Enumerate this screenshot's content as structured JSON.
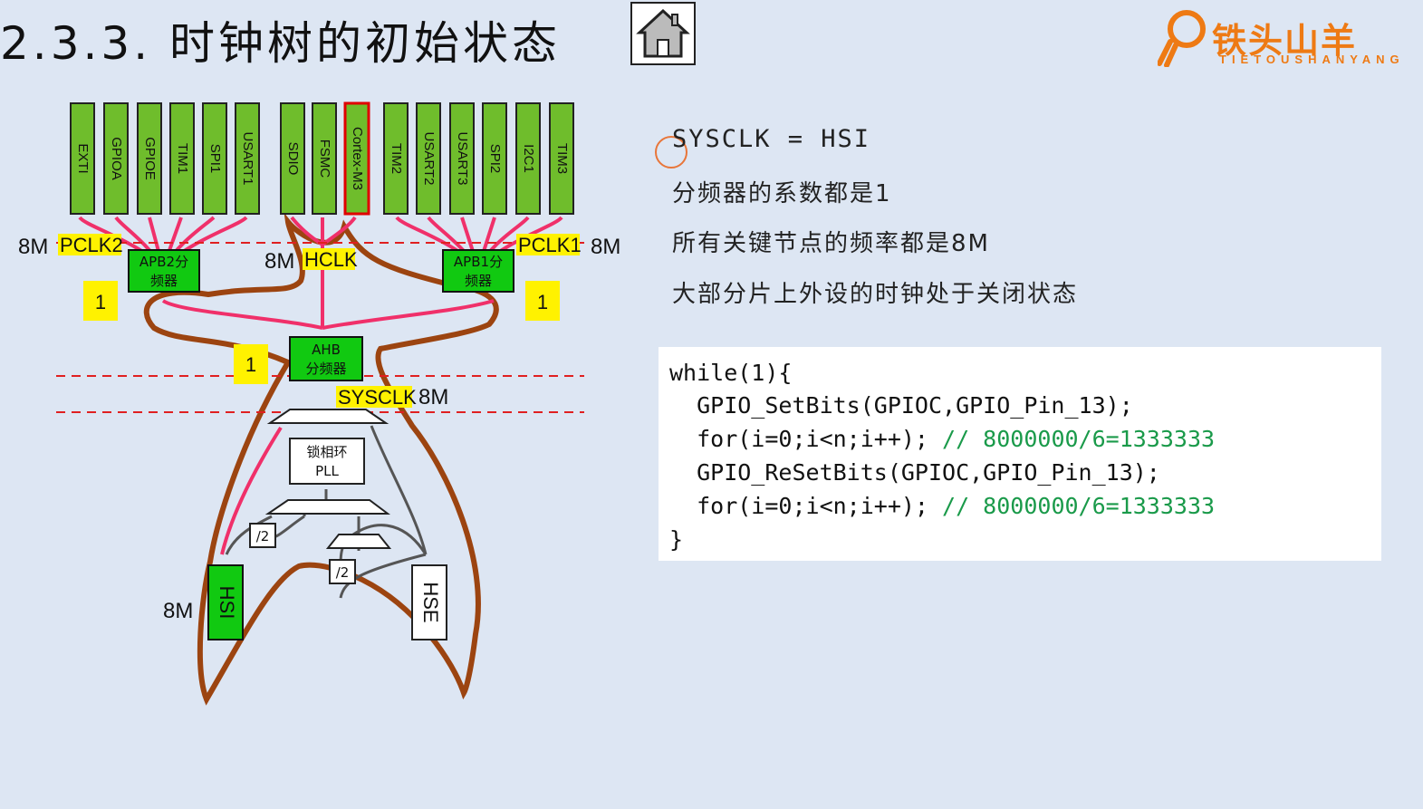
{
  "title": "2.3.3. 时钟树的初始状态",
  "logo": {
    "main": "铁头山羊",
    "sub": "TIETOUSHANYANG"
  },
  "peripherals": [
    "EXTI",
    "GPIOA",
    "GPIOE",
    "TIM1",
    "SPI1",
    "USART1",
    "SDIO",
    "FSMC",
    "Cortex-M3",
    "TIM2",
    "USART2",
    "USART3",
    "SPI2",
    "I2C1",
    "TIM3"
  ],
  "clocks": {
    "pclk2": "PCLK2",
    "pclk1": "PCLK1",
    "hclk": "HCLK",
    "sysclk": "SYSCLK"
  },
  "freq": {
    "pclk2": "8M",
    "pclk1": "8M",
    "hclk": "8M",
    "sysclk": "8M",
    "hsi": "8M"
  },
  "boxes": {
    "apb2_a": "APB2分",
    "apb2_b": "频器",
    "apb1_a": "APB1分",
    "apb1_b": "频器",
    "ahb_a": "AHB",
    "ahb_b": "分频器",
    "pll_a": "锁相环",
    "pll_b": "PLL",
    "div2_a": "/2",
    "div2_b": "/2",
    "hsi": "HSI",
    "hse": "HSE"
  },
  "prescalers": {
    "apb2": "1",
    "ahb": "1",
    "apb1": "1"
  },
  "notes": [
    "SYSCLK = HSI",
    "分频器的系数都是1",
    "所有关键节点的频率都是8M",
    "大部分片上外设的时钟处于关闭状态"
  ],
  "code": {
    "l1": "while(1){",
    "l2": "  GPIO_SetBits(GPIOC,GPIO_Pin_13);",
    "l3": "  for(i=0;i<n;i++); ",
    "l3c": "// 8000000/6=1333333",
    "l4": "  GPIO_ReSetBits(GPIOC,GPIO_Pin_13);",
    "l5": "  for(i=0;i<n;i++); ",
    "l5c": "// 8000000/6=1333333",
    "l6": "}"
  },
  "colors": {
    "highlight": "#fff200",
    "box": "#11c911",
    "peripheral": "#6fbd2c",
    "pink_path": "#f0306a",
    "brown_outline": "#9c4410",
    "logo": "#ee7a14"
  }
}
